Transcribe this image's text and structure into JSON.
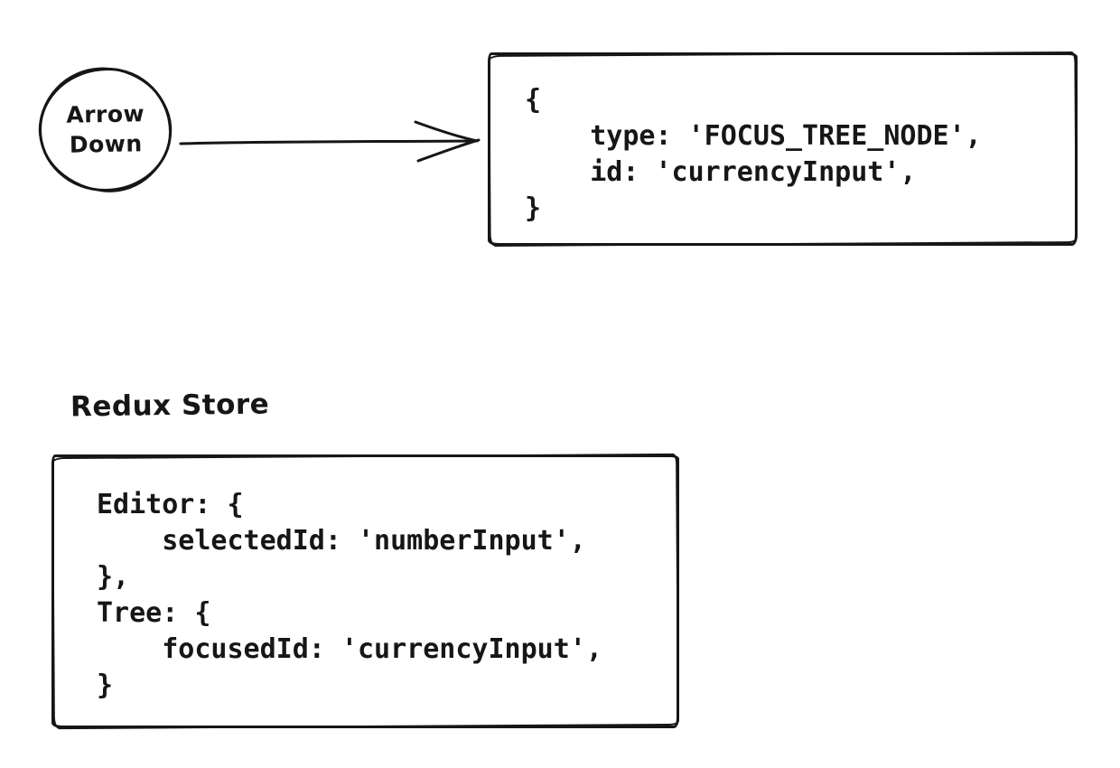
{
  "diagram": {
    "trigger_node": {
      "label": "Arrow Down"
    },
    "connector": {
      "type": "arrow-right"
    },
    "action_box": {
      "code": "{\n    type: 'FOCUS_TREE_NODE',\n    id: 'currencyInput',\n}"
    },
    "store": {
      "label": "Redux Store",
      "code": "Editor: {\n    selectedId: 'numberInput',\n},\nTree: {\n    focusedId: 'currencyInput',\n}"
    },
    "colors": {
      "ink": "#161616",
      "background": "#ffffff"
    }
  }
}
